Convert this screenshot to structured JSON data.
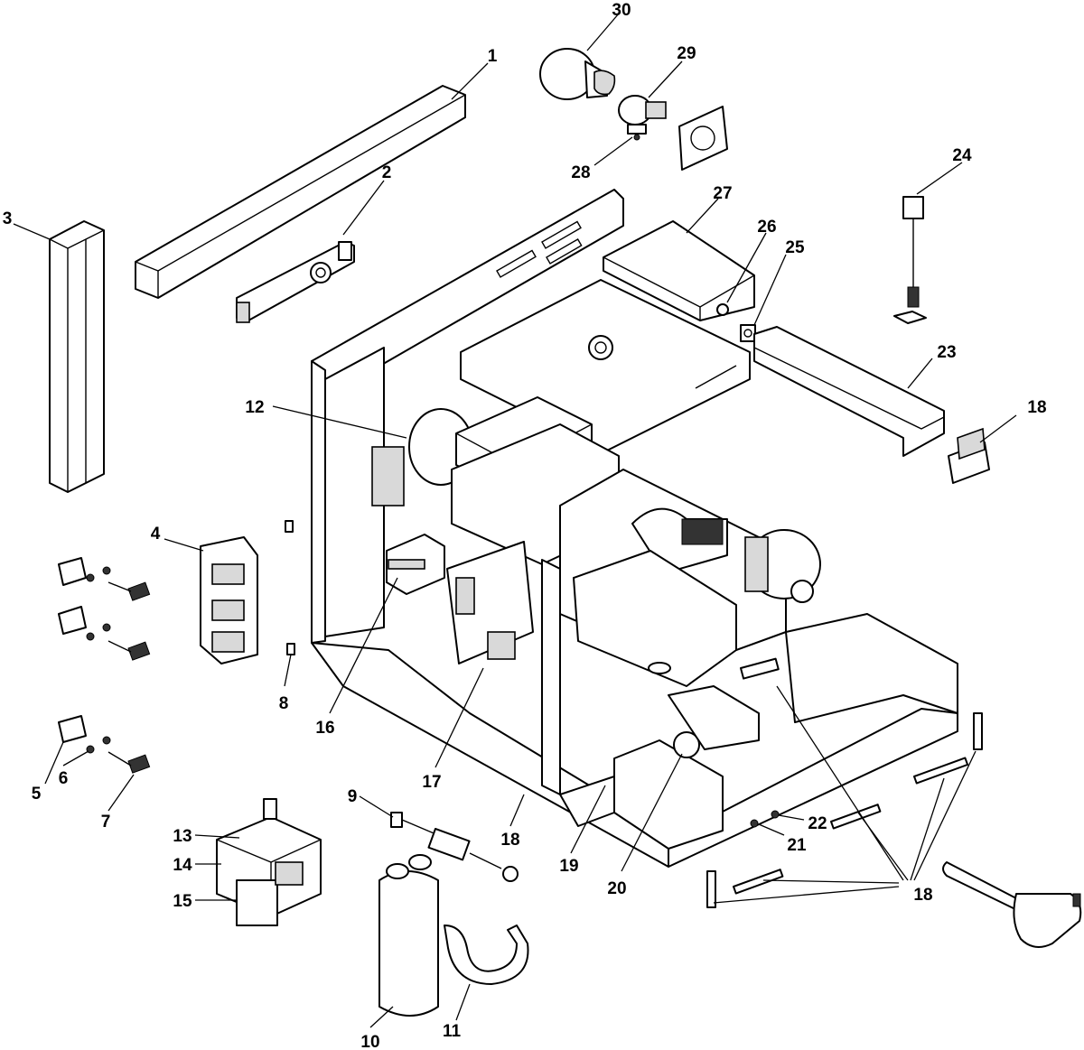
{
  "callouts": {
    "c1": "1",
    "c2": "2",
    "c3": "3",
    "c4": "4",
    "c5": "5",
    "c6": "6",
    "c7": "7",
    "c8": "8",
    "c9": "9",
    "c10": "10",
    "c11": "11",
    "c12": "12",
    "c13": "13",
    "c14": "14",
    "c15": "15",
    "c16": "16",
    "c17": "17",
    "c18a": "18",
    "c18b": "18",
    "c18c": "18",
    "c19": "19",
    "c20": "20",
    "c21": "21",
    "c22": "22",
    "c23": "23",
    "c24": "24",
    "c25": "25",
    "c26": "26",
    "c27": "27",
    "c28": "28",
    "c29": "29",
    "c30": "30"
  }
}
